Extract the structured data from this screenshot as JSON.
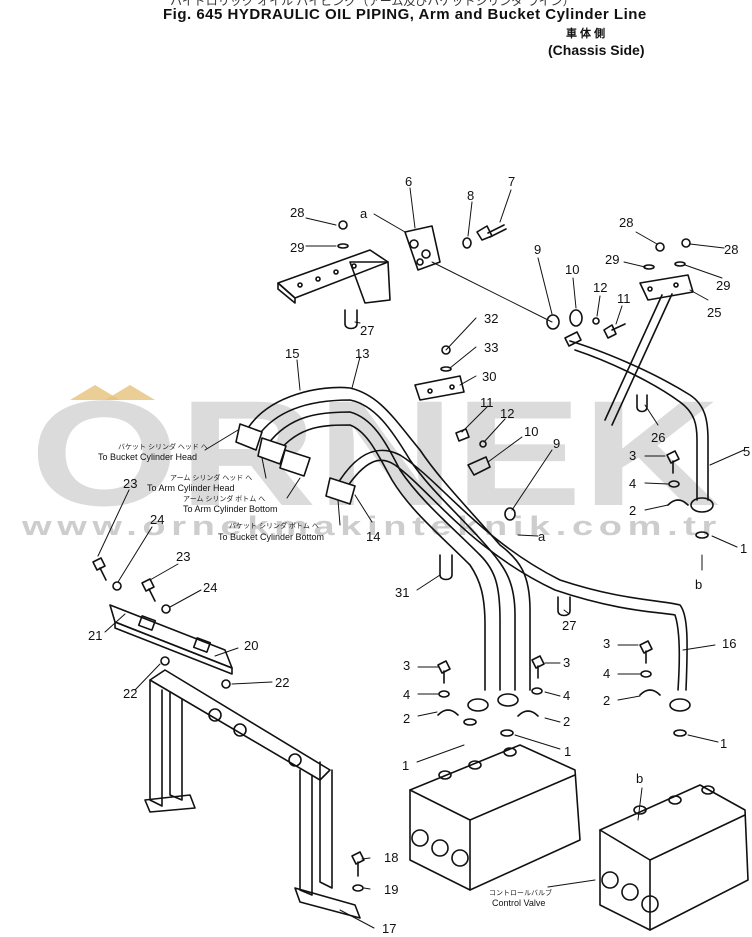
{
  "header": {
    "jp_title": "ハイドロリック オイル パイピング（アーム及びバケットシリンダ ライン）",
    "title": "Fig. 645  HYDRAULIC OIL PIPING, Arm and Bucket Cylinder Line",
    "jp_side": "車 体 側",
    "subtitle": "(Chassis Side)"
  },
  "watermark": {
    "logo": "ORNEK",
    "url": "www.ornekmakinteknik.com.tr",
    "color": "#c9c9c9",
    "accent": "#e6c27a"
  },
  "labels": {
    "head_bucket_jp": "バケット シリンダ ヘッド へ",
    "head_bucket": "To Bucket Cylinder Head",
    "head_arm_jp": "アーム シリンダ ヘッド へ",
    "head_arm": "To Arm Cylinder Head",
    "bottom_arm_jp": "アーム シリンダ ボトム へ",
    "bottom_arm": "To Arm Cylinder Bottom",
    "bottom_bucket_jp": "バケット シリンダ ボトム へ",
    "bottom_bucket": "To Bucket Cylinder Bottom",
    "control_valve_jp": "コントロールバルブ",
    "control_valve": "Control Valve"
  },
  "callouts": {
    "a": "a",
    "b": "b",
    "n1": "1",
    "n2": "2",
    "n3": "3",
    "n4": "4",
    "n5": "5",
    "n6": "6",
    "n7": "7",
    "n8": "8",
    "n9": "9",
    "n10": "10",
    "n11": "11",
    "n12": "12",
    "n13": "13",
    "n14": "14",
    "n15": "15",
    "n16": "16",
    "n17": "17",
    "n18": "18",
    "n19": "19",
    "n20": "20",
    "n21": "21",
    "n22": "22",
    "n23": "23",
    "n24": "24",
    "n25": "25",
    "n26": "26",
    "n27": "27",
    "n28": "28",
    "n29": "29",
    "n30": "30",
    "n31": "31",
    "n32": "32",
    "n33": "33"
  }
}
